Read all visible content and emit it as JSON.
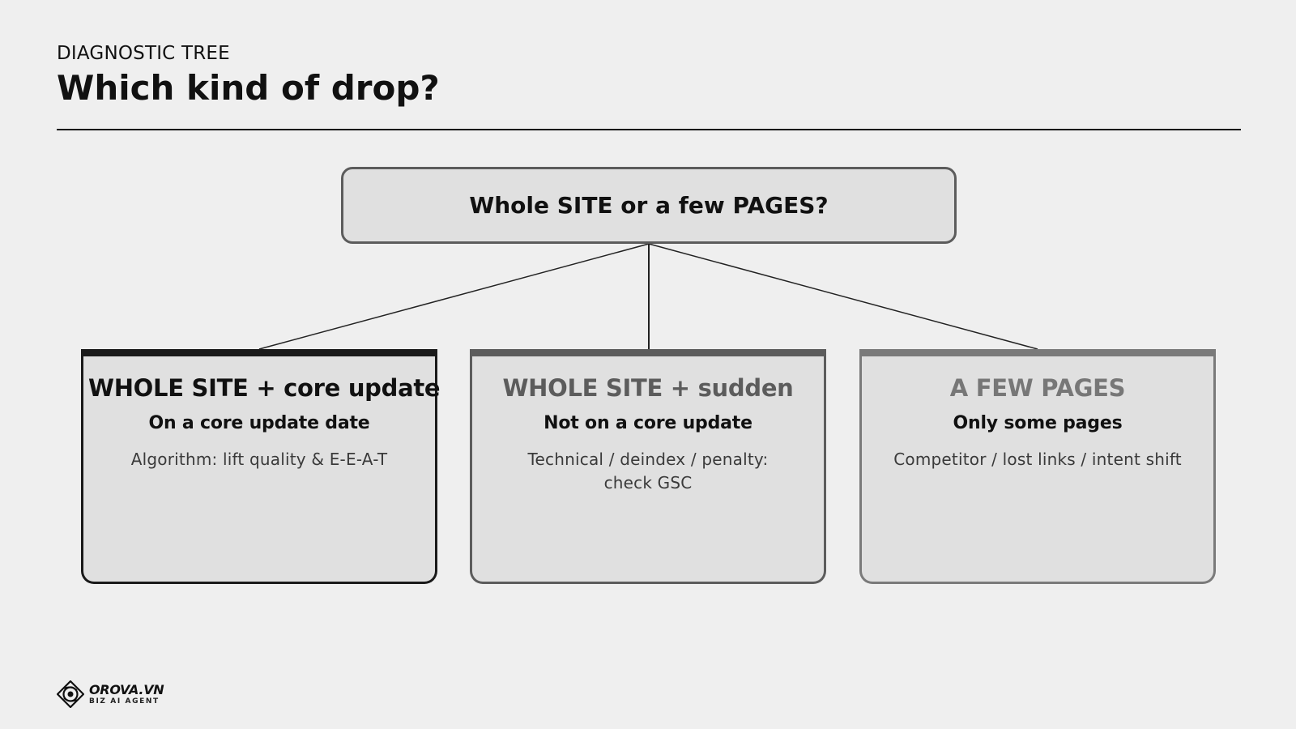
{
  "header": {
    "eyebrow": "DIAGNOSTIC TREE",
    "title": "Which kind of drop?"
  },
  "root": {
    "question": "Whole SITE or a few PAGES?"
  },
  "branches": [
    {
      "title": "WHOLE SITE + core update",
      "condition": "On a core update date",
      "description": "Algorithm: lift quality & E-E-A-T"
    },
    {
      "title": "WHOLE SITE + sudden",
      "condition": "Not on a core update",
      "description": "Technical / deindex / penalty: check GSC"
    },
    {
      "title": "A FEW PAGES",
      "condition": "Only some pages",
      "description": "Competitor / lost links / intent shift"
    }
  ],
  "branch_colors": [
    "#1a1a1a",
    "#5c5c5c",
    "#7a7a7a"
  ],
  "footer": {
    "logo_icon": "orova-logo-icon",
    "brand": "OROVA.VN",
    "tagline": "BIZ AI AGENT"
  }
}
